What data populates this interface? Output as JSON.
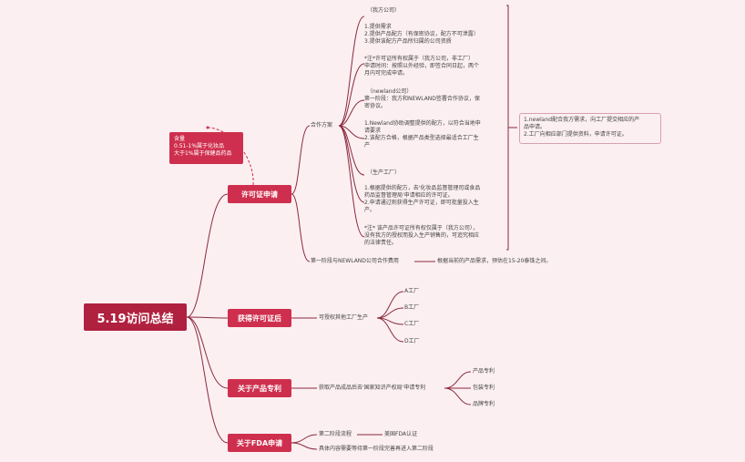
{
  "colors": {
    "root_bg": "#b0213f",
    "main_bg": "#cf2f4e",
    "line": "#8b2a3e",
    "bg": "#fbeff1"
  },
  "root": {
    "label": "5.19访问总结"
  },
  "license": {
    "label": "许可证申请",
    "note": [
      "含量",
      "0.51-1%属于化妆品",
      "大于1%属于保健品药品"
    ],
    "coop_label": "合作方案",
    "ours": {
      "title": "（我方公司）",
      "lines": [
        "1.提供需求",
        "2.提供产品配方（有保密协议，配方不可泄露）",
        "3.提供该配方产品所归属的公司资质"
      ]
    },
    "ours_note": {
      "lines": [
        "*注*许可证所有权属于（我方公司，非工厂）",
        "申请时间：按照以外经验，即签合同日起，两个",
        "月内可完成申请。"
      ]
    },
    "newland": {
      "title": "（newland公司）",
      "lines": [
        "第一阶段：我方和NEWLAND签署合作协议，保",
        "密协议。"
      ]
    },
    "newland2": {
      "lines": [
        "1.Newland协助调整提供的配方，以符合当地申",
        "请要求",
        "2.该配方合格，根据产品类型选择最适合工厂生",
        "产"
      ]
    },
    "factory": {
      "title": "（生产工厂）",
      "lines": [
        "1.根据提供的配方，去'化妆品监督管理司或食品",
        "药品监督管理局'申请相应的许可证。",
        "2.申请通过则获得生产许可证，即可批量投入生",
        "产。"
      ]
    },
    "factory_note": {
      "lines": [
        "*注* 该产品许可证所有权仅属于（我方公司），",
        "没有我方的授权而投入生产销售的，可追究相应",
        "的法律责任。"
      ]
    },
    "summary": [
      "1.newland配合我方需求，向工厂提交相应的产",
      "品申请。",
      "2.工厂向相应部门提供资料，申请许可证。"
    ],
    "fee_label": "第一阶段与NEWLAND公司合作费用",
    "fee_value": "根据当前的产品需求，预估在15-20泰铢之间。"
  },
  "after": {
    "label": "获得许可证后",
    "desc": "可授权其他工厂生产",
    "factories": [
      "A工厂",
      "B工厂",
      "C工厂",
      "D工厂"
    ]
  },
  "patent": {
    "label": "关于产品专利",
    "desc": "获取产品成品后去'国家知识产权局'申请专利",
    "items": [
      "产品专利",
      "包装专利",
      "品牌专利"
    ]
  },
  "fda": {
    "label": "关于FDA申请",
    "stage2": "第二阶段流程",
    "stage2_value": "美国FDA认证",
    "note": "具体内容需要等待第一阶段完善再进入第二阶段"
  }
}
